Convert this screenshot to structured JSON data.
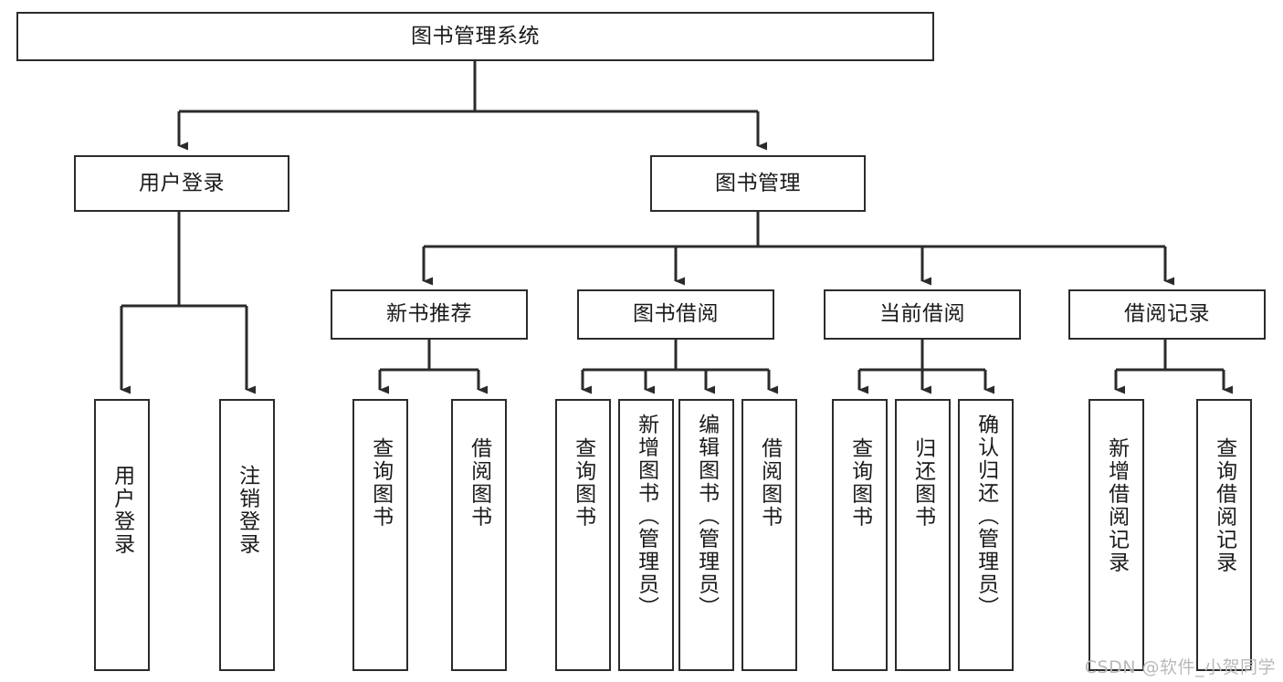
{
  "diagram": {
    "title": "图书管理系统",
    "type": "tree-hierarchy-diagram",
    "background_color": "#ffffff",
    "stroke_color": "#2b2b2b",
    "text_color": "#1a1a1a",
    "watermark": "CSDN @软件_小贺同学"
  },
  "nodes": {
    "root": {
      "label": "图书管理系统"
    },
    "level1": [
      {
        "id": "user-login",
        "label": "用户登录"
      },
      {
        "id": "book-management",
        "label": "图书管理"
      }
    ],
    "level2": [
      {
        "id": "new-book-recommend",
        "label": "新书推荐"
      },
      {
        "id": "book-borrow",
        "label": "图书借阅"
      },
      {
        "id": "current-borrow",
        "label": "当前借阅"
      },
      {
        "id": "borrow-record",
        "label": "借阅记录"
      }
    ],
    "leaves": {
      "user_login": [
        {
          "id": "leaf-user-login",
          "label": "用户登录"
        },
        {
          "id": "leaf-logout-login",
          "label": "注销登录"
        }
      ],
      "new_book_recommend": [
        {
          "id": "leaf-query-book-1",
          "label": "查询图书"
        },
        {
          "id": "leaf-borrow-book-1",
          "label": "借阅图书"
        }
      ],
      "book_borrow": [
        {
          "id": "leaf-query-book-2",
          "label": "查询图书"
        },
        {
          "id": "leaf-add-book",
          "label": "新增图书（管理员）"
        },
        {
          "id": "leaf-edit-book",
          "label": "编辑图书（管理员）"
        },
        {
          "id": "leaf-borrow-book-2",
          "label": "借阅图书"
        }
      ],
      "current_borrow": [
        {
          "id": "leaf-query-book-3",
          "label": "查询图书"
        },
        {
          "id": "leaf-return-book",
          "label": "归还图书"
        },
        {
          "id": "leaf-confirm-return",
          "label": "确认归还（管理员）"
        }
      ],
      "borrow_record": [
        {
          "id": "leaf-add-record",
          "label": "新增借阅记录"
        },
        {
          "id": "leaf-query-record",
          "label": "查询借阅记录"
        }
      ]
    }
  }
}
